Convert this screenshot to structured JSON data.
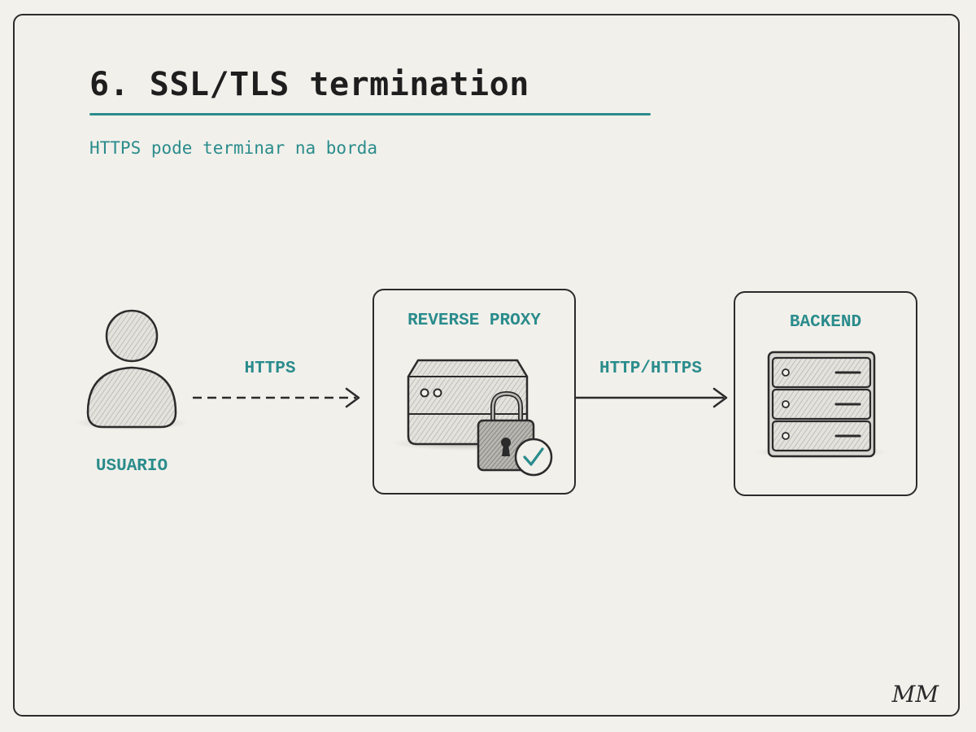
{
  "title": "6. SSL/TLS termination",
  "subtitle": "HTTPS pode terminar na borda",
  "nodes": {
    "user": {
      "label": "USUARIO",
      "icon": "user-icon"
    },
    "proxy": {
      "label": "REVERSE PROXY",
      "icon": "server-lock-icon"
    },
    "backend": {
      "label": "BACKEND",
      "icon": "server-rack-icon"
    }
  },
  "edges": {
    "user_to_proxy": {
      "label": "HTTPS",
      "style": "dashed"
    },
    "proxy_to_backend": {
      "label": "HTTP/HTTPS",
      "style": "solid"
    }
  },
  "signature": "MM",
  "colors": {
    "accent": "#2a8c8c",
    "ink": "#2b2b2b",
    "paper": "#f2f0eb"
  }
}
